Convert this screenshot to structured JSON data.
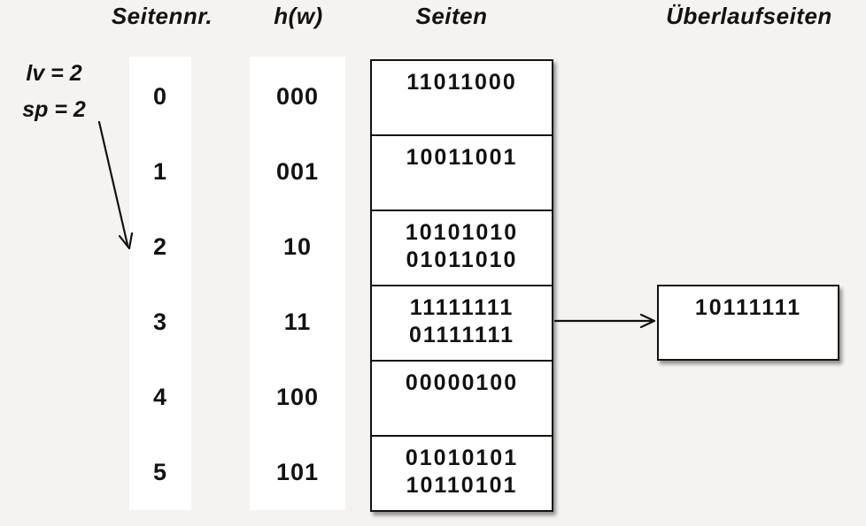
{
  "colors": {
    "background": "#f4f3f1",
    "surface": "#ffffff",
    "ink": "#121212"
  },
  "headers": {
    "seitennr": "Seitennr.",
    "hw": "h(w)",
    "seiten": "Seiten",
    "ueberlaufseiten": "Überlaufseiten"
  },
  "annotation": {
    "level": "lv = 2",
    "split_pointer": "sp = 2",
    "points_to_seitennr": "2"
  },
  "table": {
    "rows": [
      {
        "seitennr": "0",
        "hw": "000",
        "page_entries": [
          "11011000"
        ]
      },
      {
        "seitennr": "1",
        "hw": "001",
        "page_entries": [
          "10011001"
        ]
      },
      {
        "seitennr": "2",
        "hw": "10",
        "page_entries": [
          "10101010",
          "01011010"
        ]
      },
      {
        "seitennr": "3",
        "hw": "11",
        "page_entries": [
          "11111111",
          "01111111"
        ]
      },
      {
        "seitennr": "4",
        "hw": "100",
        "page_entries": [
          "00000100"
        ]
      },
      {
        "seitennr": "5",
        "hw": "101",
        "page_entries": [
          "01010101",
          "10110101"
        ]
      }
    ]
  },
  "overflow": {
    "entries": [
      "10111111"
    ],
    "linked_from_seitennr": "3"
  }
}
